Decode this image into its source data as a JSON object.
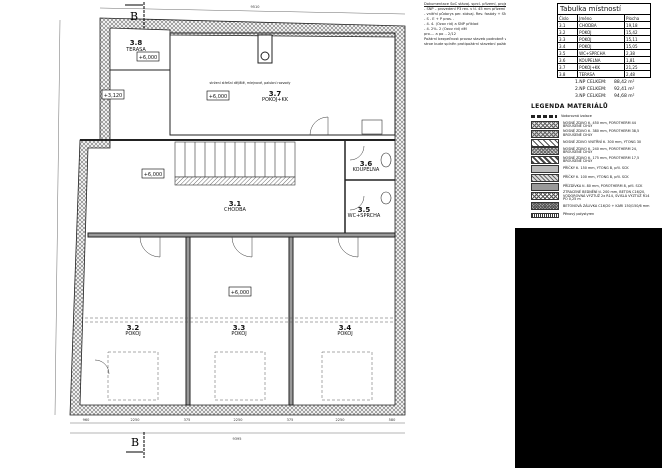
{
  "plan": {
    "section_marker": "B",
    "rooms": [
      {
        "number": "3.8",
        "name": "TERASA",
        "level": "+6,000"
      },
      {
        "number": "3.7",
        "name": "POKOJ+KK",
        "level": "+6,000",
        "note": "stržení střešní dějiště, mlejnové, palubní rozvody"
      },
      {
        "number": "3.1",
        "name": "CHODBA",
        "level": "+6,000"
      },
      {
        "number": "3.6",
        "name": "KOUPELNA"
      },
      {
        "number": "3.5",
        "name": "WC+SPRCHA"
      },
      {
        "number": "3.2",
        "name": "POKOJ"
      },
      {
        "number": "3.3",
        "name": "POKOJ"
      },
      {
        "number": "3.4",
        "name": "POKOJ"
      }
    ],
    "other_levels": [
      "+3,120",
      "+6,000"
    ],
    "dimensions": {
      "top_total": "9510",
      "bottom_total": "9395",
      "bottom_segments": [
        "960",
        "2250",
        "375",
        "2250",
        "375",
        "2250",
        "580"
      ]
    }
  },
  "notes": [
    "Dokumentace SoČ stávaj. sprcl. přízemí, projektové dokumentace",
    "- SNP – provedení P3 rev. v tl. 45 mm přízemí snábelu",
    "- vnitřní půdorys per. stávaj. Rev. fasády + SNP v podmínky",
    "- S    - E    + P    pros.    .",
    "- 4.    4.    (Ozov rid)    a SNP přiklad",
    "- 4.    2%.    2    (Ozov rid)    děl",
    "pro.... a po .. 2/12",
    "Požární bezpečnost provoz staveb podrobně v ozvané požár. prov. č. 2/12,",
    "stroe bude splněn protipožární stavební požární zbo. řešení."
  ],
  "room_table": {
    "title": "Tabulka místností",
    "headers": [
      "Číslo",
      "Jméno",
      "Plocha"
    ],
    "rows": [
      [
        "3.1",
        "CHODBA",
        "19,18"
      ],
      [
        "3.2",
        "POKOJ",
        "15,42"
      ],
      [
        "3.3",
        "POKOJ",
        "15,11"
      ],
      [
        "3.4",
        "POKOJ",
        "15,05"
      ],
      [
        "3.5",
        "WC+SPRCHA",
        "2,38"
      ],
      [
        "3.6",
        "KOUPELNA",
        "1,81"
      ],
      [
        "3.7",
        "POKOJ+KK",
        "21,25"
      ],
      [
        "3.8",
        "TERASA",
        "2,48"
      ]
    ],
    "totals": [
      {
        "label": "1.NP CELKEM:",
        "value": "88,42 m²"
      },
      {
        "label": "2.NP CELKEM:",
        "value": "92,41 m²"
      },
      {
        "label": "3.NP CELKEM:",
        "value": "94,68 m²"
      }
    ]
  },
  "legend": {
    "title": "LEGENDA MATERIÁLŮ",
    "items": [
      "Vodorovná izolace",
      "NOSNÉ ZDIVO tl. 450 mm, POROTHERM 44 BROUŠENÉ CIHLY",
      "NOSNÉ ZDIVO tl. 380 mm, POROTHERM 38,5 BROUŠENÉ CIHLY",
      "NOSNÉ ZDIVO VNITŘNÍ tl. 300 mm, YTONG 30",
      "NOSNÉ ZDIVO tl. 240 mm, POROTHERM 24, BROUŠENÉ CIHLY",
      "NOSNÉ ZDIVO tl. 175 mm, POROTHERM 17,5 BROUŠENÉ CIHLY",
      "PŘÍČKY tl. 150 mm, YTONG B, příl. SCK",
      "PŘÍČKY tl. 100 mm, YTONG B, příl. SCK",
      "PŘÍZDÍVKA tl. 80 mm, POROTHERM 8, příl. SCK",
      "ZTRACENÉ BEDNĚNÍ tl. 200 mm, BETON C16/20, VODOROVNÁ VÝZTUŽ 2x R14, SVISLÁ VÝZTUŽ R14 PO 0,25 m",
      "BETONOVÁ ZÁLIVKA C16/20 + KARI 150/150/6 mm",
      "Pěnový polystyren"
    ]
  }
}
